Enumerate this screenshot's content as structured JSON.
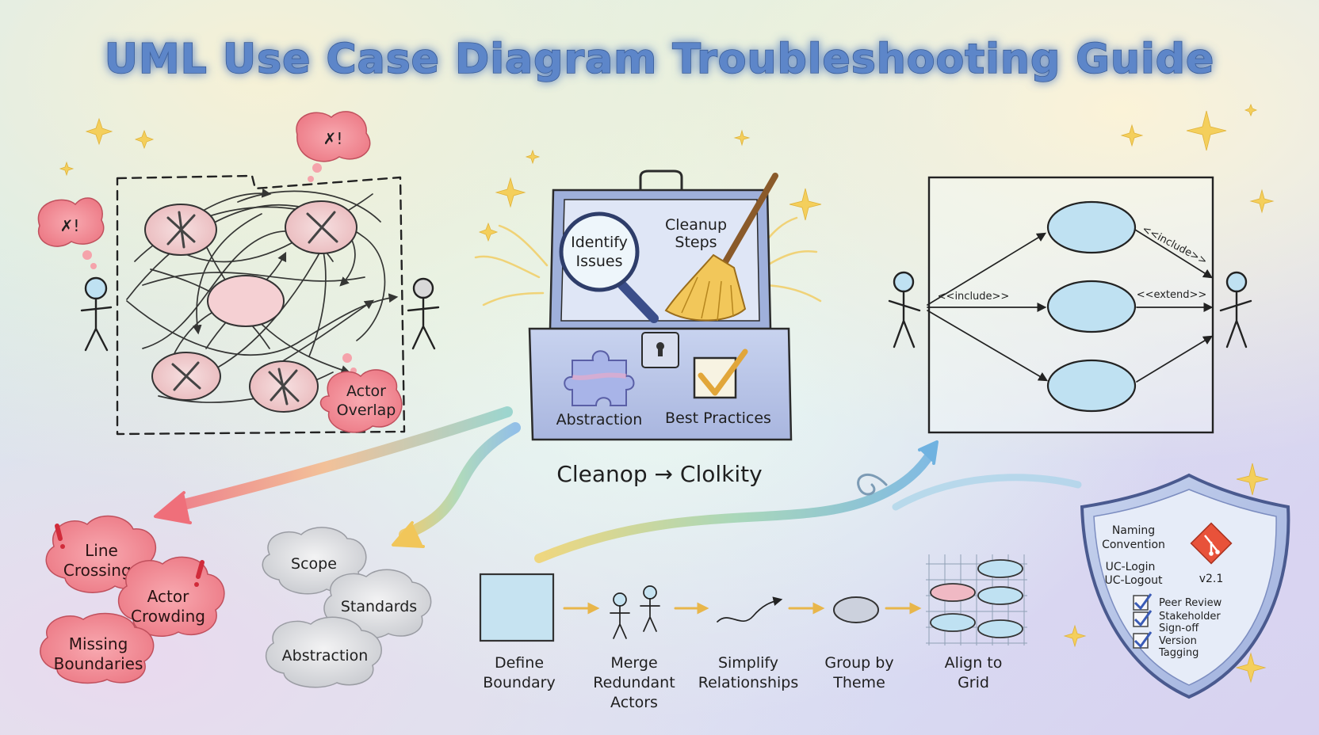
{
  "title": "UML Use Case Diagram Troubleshooting Guide",
  "problem_panel": {
    "badge_1": "✗!",
    "badge_2": "✗!",
    "actor_overlap": [
      "Actor",
      "Overlap"
    ]
  },
  "toolbox": {
    "identify_issues": [
      "Identify",
      "Issues"
    ],
    "cleanup_steps": [
      "Cleanup",
      "Steps"
    ],
    "abstraction": "Abstraction",
    "best_practices": "Best Practices",
    "caption": "Cleanop → Clolkity"
  },
  "clean_diagram": {
    "include_left": "<<include>>",
    "include_right": "<<include>>",
    "extend": "<<extend>>"
  },
  "problem_clouds": {
    "line_crossings": [
      "Line",
      "Crossings"
    ],
    "actor_crowding": [
      "Actor",
      "Crowding"
    ],
    "missing_boundaries": [
      "Missing",
      "Boundaries"
    ]
  },
  "concept_clouds": [
    "Scope",
    "Standards",
    "Abstraction"
  ],
  "steps": [
    {
      "label": [
        "Define",
        "Boundary"
      ]
    },
    {
      "label": [
        "Merge",
        "Redundant",
        "Actors"
      ]
    },
    {
      "label": [
        "Simplify",
        "Relationships"
      ]
    },
    {
      "label": [
        "Group by",
        "Theme"
      ]
    },
    {
      "label": [
        "Align to",
        "Grid"
      ]
    }
  ],
  "shield": {
    "naming_convention": [
      "Naming",
      "Convention"
    ],
    "uc_names": [
      "UC-Login",
      "UC-Logout"
    ],
    "version": "v2.1",
    "checklist": [
      [
        "Peer Review"
      ],
      [
        "Stakeholder",
        "Sign-off"
      ],
      [
        "Version",
        "Tagging"
      ]
    ]
  },
  "colors": {
    "title_fill": "#5d86c9",
    "problem_red": "#f08a94",
    "clean_ellipse": "#bfe1f2",
    "toolbox_blue": "#b9c6e8",
    "git_orange": "#e8523a"
  }
}
